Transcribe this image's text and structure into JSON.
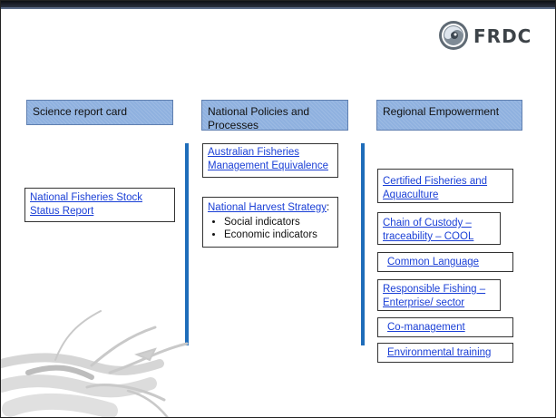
{
  "logo": {
    "text": "FRDC",
    "icon": "frdc-swirl-logo-icon"
  },
  "colors": {
    "header_fill": "#8fb1df",
    "bar": "#1f6dba",
    "link": "#1a3fd6"
  },
  "columns": [
    {
      "header": "Science report card",
      "items": [
        {
          "link": "National Fisheries Stock Status Report"
        }
      ]
    },
    {
      "header": "National Policies and Processes",
      "items": [
        {
          "link": "Australian Fisheries Management Equivalence"
        },
        {
          "link": "National Harvest Strategy",
          "suffix": ":",
          "bullets": [
            "Social indicators",
            "Economic indicators"
          ]
        }
      ]
    },
    {
      "header": "Regional Empowerment",
      "items": [
        {
          "link": "Certified Fisheries and Aquaculture"
        },
        {
          "link": "Chain of Custody – traceability – COOL"
        },
        {
          "link": "Common Language"
        },
        {
          "link": "Responsible Fishing – Enterprise/ sector"
        },
        {
          "link": "Co-management"
        },
        {
          "link": "Environmental training"
        }
      ]
    }
  ]
}
